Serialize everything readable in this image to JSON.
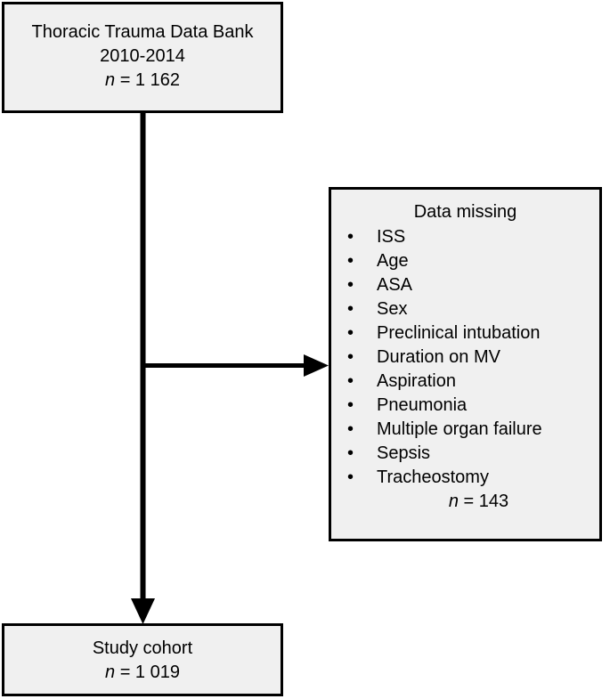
{
  "diagram": {
    "type": "flowchart",
    "title": "Study cohort selection flow",
    "colors": {
      "box_fill": "#f0f0f0",
      "box_border": "#000000",
      "connector": "#000000",
      "page_background": "#ffffff"
    }
  },
  "source_box": {
    "title": "Thoracic Trauma Data Bank",
    "period": "2010-2014",
    "n_symbol": "n",
    "n_value": " = 1 162"
  },
  "excluded_box": {
    "title": "Data missing",
    "bullet_glyph": "•",
    "items": [
      "ISS",
      "Age",
      "ASA",
      "Sex",
      "Preclinical intubation",
      "Duration on MV",
      "Aspiration",
      "Pneumonia",
      "Multiple organ failure",
      "Sepsis",
      "Tracheostomy"
    ],
    "n_symbol": "n",
    "n_value": " = 143"
  },
  "cohort_box": {
    "title": "Study cohort",
    "n_symbol": "n",
    "n_value": " = 1 019"
  },
  "connectors": [
    {
      "name": "source-to-cohort",
      "from": "source_box",
      "to": "cohort_box",
      "direction": "vertical",
      "arrowhead": true
    },
    {
      "name": "source-to-excluded",
      "from": "source_box",
      "to": "excluded_box",
      "direction": "horizontal",
      "arrowhead": true
    }
  ]
}
